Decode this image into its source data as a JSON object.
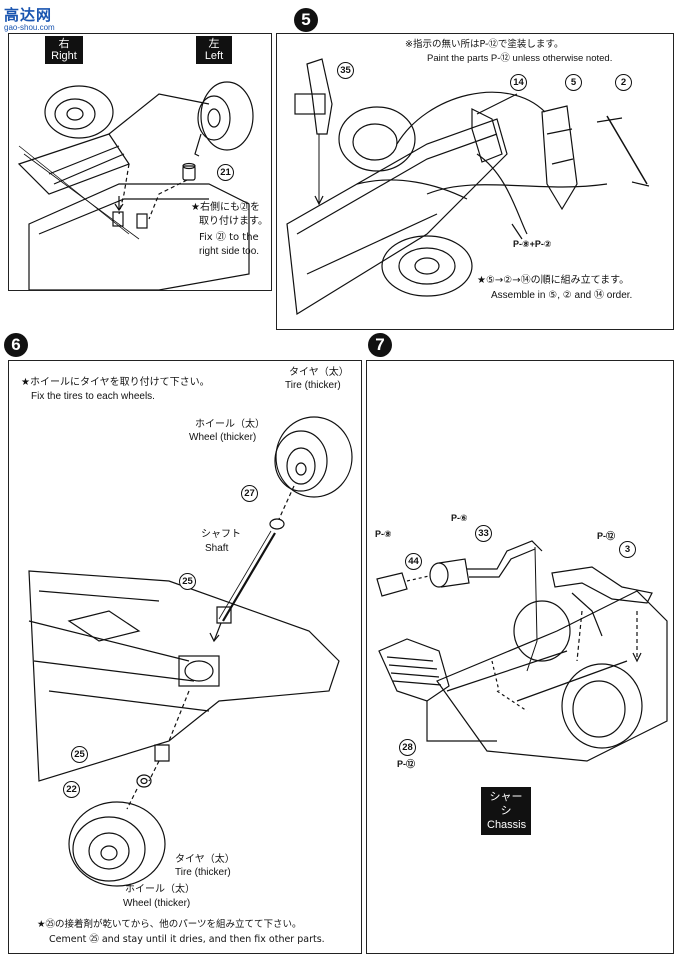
{
  "logo": {
    "main": "高达网",
    "sub": "gao-shou.com"
  },
  "step4": {
    "right_jp": "右",
    "right_en": "Right",
    "left_jp": "左",
    "left_en": "Left",
    "part": "21",
    "note_jp_1": "★右側にも㉑を",
    "note_jp_2": "取り付けます。",
    "note_en_1": "Fix ㉑ to the",
    "note_en_2": "right side too."
  },
  "step5": {
    "number": "5",
    "note_jp": "※指示の無い所はP-⑫で塗装します。",
    "note_en": "Paint the parts P-⑫ unless otherwise noted.",
    "parts": {
      "p35": "35",
      "p14": "14",
      "p5": "5",
      "p2": "2"
    },
    "paint_code": "P-⑧+P-②",
    "order_jp": "★⑤→②→⑭の順に組み立てます。",
    "order_en": "Assemble in ⑤, ② and ⑭ order."
  },
  "step6": {
    "number": "6",
    "note_jp": "★ホイールにタイヤを取り付けて下さい。",
    "note_en": "Fix the tires to each wheels.",
    "tire_top_jp": "タイヤ（太）",
    "tire_top_en": "Tire (thicker)",
    "wheel_top_jp": "ホイール（太）",
    "wheel_top_en": "Wheel (thicker)",
    "shaft_jp": "シャフト",
    "shaft_en": "Shaft",
    "parts": {
      "p27": "27",
      "p25a": "25",
      "p25b": "25",
      "p22": "22"
    },
    "tire_bottom_jp": "タイヤ（太）",
    "tire_bottom_en": "Tire (thicker)",
    "wheel_bottom_jp": "ホイール（太）",
    "wheel_bottom_en": "Wheel (thicker)",
    "cement_jp": "★㉕の接着剤が乾いてから、他のパーツを組み立てて下さい。",
    "cement_en": "Cement ㉕ and stay until it dries, and then fix other parts."
  },
  "step7": {
    "number": "7",
    "parts": {
      "p33": "33",
      "p44": "44",
      "p3": "3",
      "p28": "28"
    },
    "paint_p8": "P-⑧",
    "paint_p6": "P-⑥",
    "paint_p12a": "P-⑫",
    "paint_p12b": "P-⑫",
    "chassis_jp": "シャーシ",
    "chassis_en": "Chassis"
  }
}
